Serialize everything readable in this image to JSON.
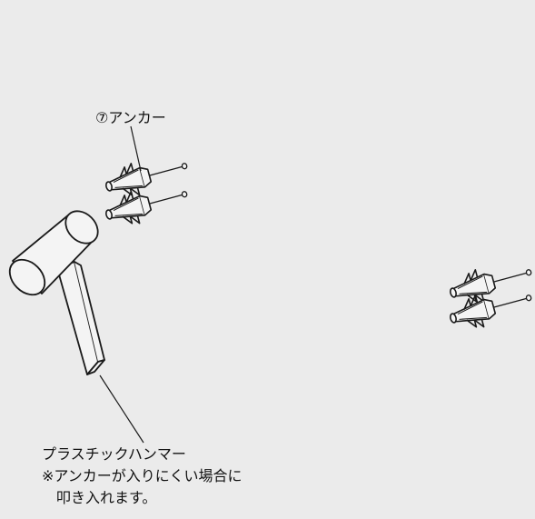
{
  "labels": {
    "anchor": "⑦アンカー",
    "hammer_line1": "プラスチックハンマー",
    "hammer_line2": "※アンカーが入りにくい場合に",
    "hammer_line3": "　叩き入れます。"
  },
  "colors": {
    "background": "#ebebeb",
    "stroke": "#1a1a1a",
    "fill": "#f4f4f4"
  }
}
